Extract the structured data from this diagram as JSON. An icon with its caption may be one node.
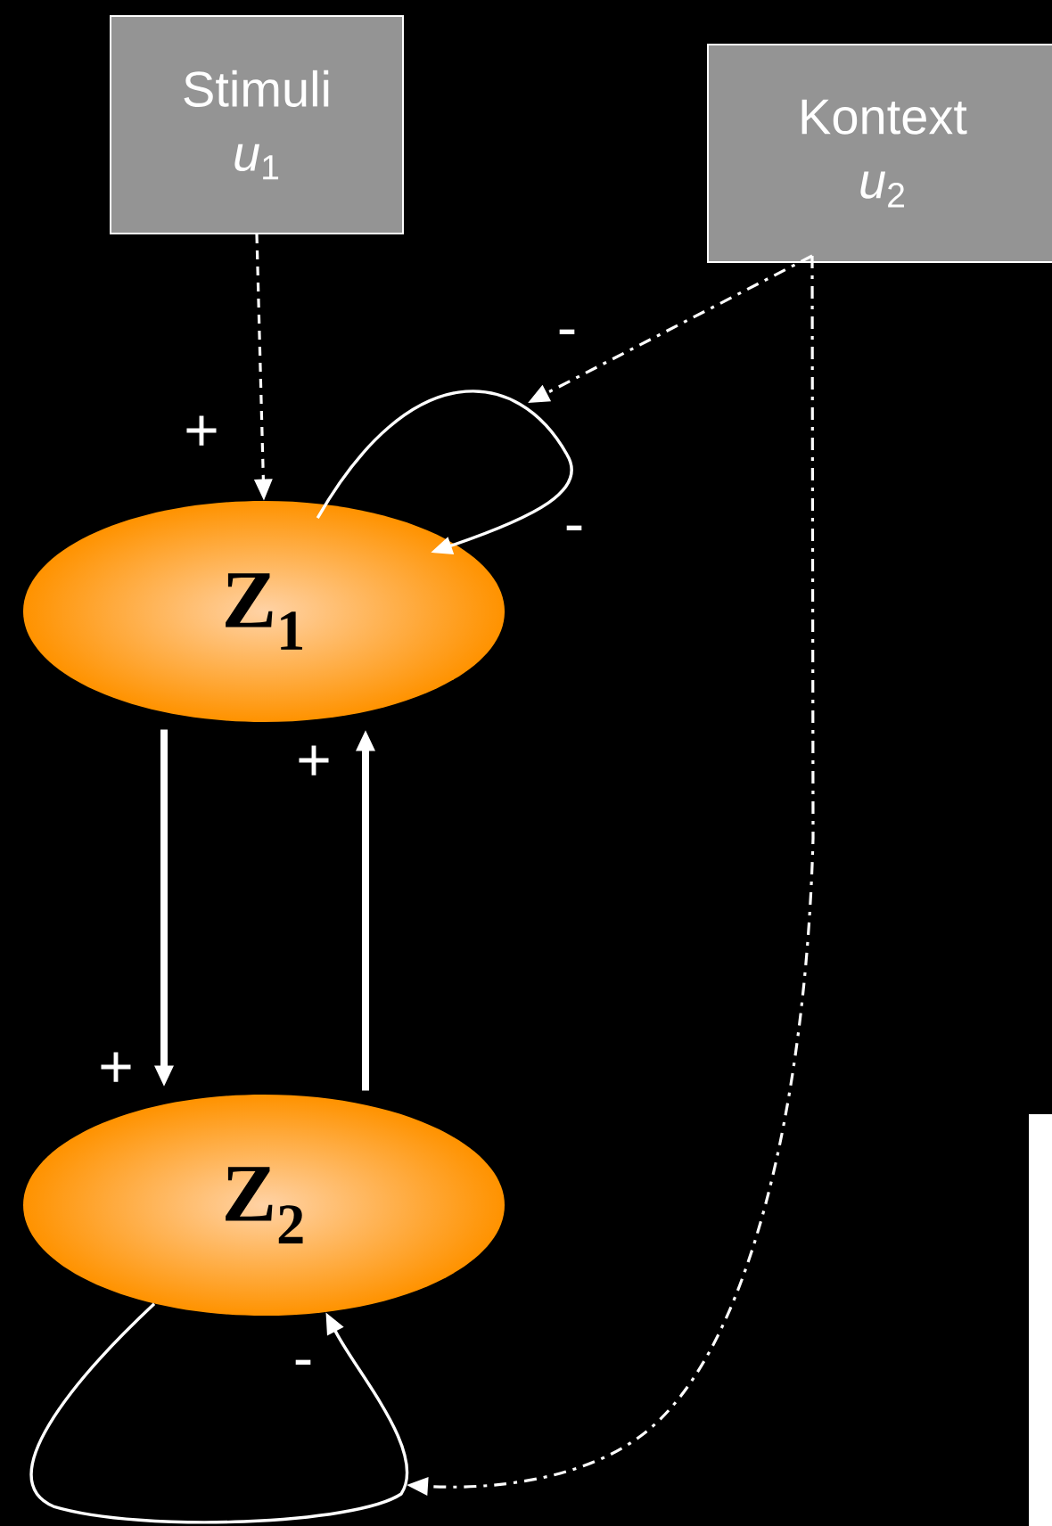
{
  "diagram": {
    "nodes": [
      {
        "text": [
          "Stimuli",
          "*u*$_{1}$"
        ]
      },
      {
        "text": [
          "Kontext",
          "*u*$_{2}$"
        ]
      },
      {
        "text": [
          "Z$_{1}$"
        ]
      },
      {
        "text": [
          "Z$_{2}$"
        ]
      }
    ],
    "edges": [
      {
        "from": 0,
        "to": 2,
        "arrow": "to",
        "label": "+",
        "style": "dashed"
      },
      {
        "from": 2,
        "to": 2,
        "arrow": "to",
        "label": "-"
      },
      {
        "from": 1,
        "to": null,
        "arrow": "to",
        "label": "-",
        "style": "dashed"
      },
      {
        "from": 2,
        "to": 3,
        "arrow": "to",
        "label": "+",
        "style": "thick"
      },
      {
        "from": 3,
        "to": 2,
        "arrow": "to",
        "label": "+",
        "style": "thick"
      },
      {
        "from": 3,
        "to": 3,
        "arrow": "to",
        "label": "-"
      },
      {
        "from": 1,
        "to": null,
        "arrow": "to",
        "style": "dashed"
      }
    ]
  }
}
